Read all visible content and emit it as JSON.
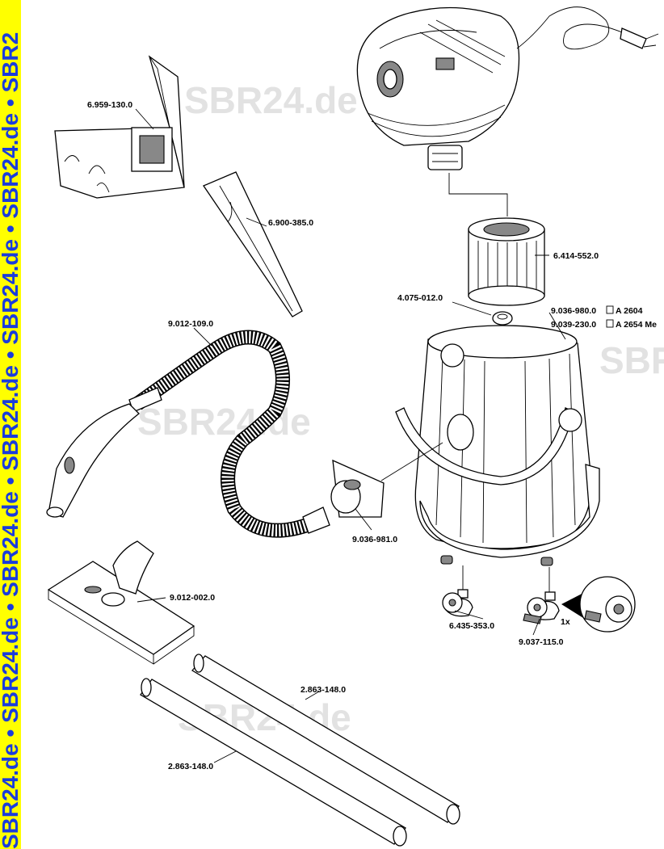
{
  "side_banner": {
    "text": "SBR24.de • SBR24.de • SBR24.de • SBR24.de • SBR24.de • SBR24.de • SBR2",
    "color": "#1a3cdc",
    "background": "#ffff00"
  },
  "watermarks": [
    "SBR24.de",
    "SBR24.de",
    "SBR24.de",
    "SBR"
  ],
  "parts": {
    "bag": "6.959-130.0",
    "crevice": "6.900-385.0",
    "filter": "6.414-552.0",
    "washer": "4.075-012.0",
    "container": "9.036-980.0",
    "container2": "9.039-230.0",
    "container_model": "A 2604",
    "container2_model": "A 2654 Me",
    "hose": "9.012-109.0",
    "adapter": "9.036-981.0",
    "floor": "9.012-002.0",
    "caster": "6.435-353.0",
    "caster_brake": "9.037-115.0",
    "quantity": "1x",
    "tube_a": "2.863-148.0",
    "tube_b": "2.863-148.0"
  }
}
